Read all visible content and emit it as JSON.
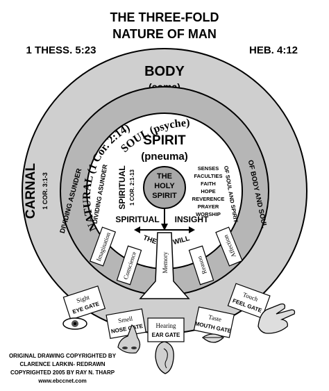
{
  "title_line1": "THE THREE-FOLD",
  "title_line2": "NATURE OF MAN",
  "ref_left": "1 THESS. 5:23",
  "ref_right": "HEB. 4:12",
  "body": {
    "title": "BODY",
    "subtitle": "(soma)"
  },
  "soul": {
    "arc_text": "SOUL (psyche)"
  },
  "natural": {
    "arc_text": "NATURAL (1 Cor. 2:14)"
  },
  "spirit": {
    "title": "SPIRIT",
    "subtitle": "(pneuma)"
  },
  "holy_spirit": {
    "line1": "THE",
    "line2": "HOLY",
    "line3": "SPIRIT"
  },
  "spiritual_side": {
    "label": "SPIRITUAL",
    "ref": "1 COR. 2:1-13"
  },
  "faculties": [
    "SENSES",
    "FACULTIES",
    "FAITH",
    "HOPE",
    "REVERENCE",
    "PRAYER",
    "WORSHIP"
  ],
  "carnal": {
    "label": "CARNAL",
    "ref": "1 COR. 3:1-3"
  },
  "dividing_left_outer": "DIVIDING ASUNDER",
  "dividing_left_inner": "DIVIDING ASUNDER",
  "dividing_right_inner": "OF SOUL AND SPIRIT",
  "dividing_right_outer": "OF BODY AND SOUL",
  "spiritual_insight": {
    "left": "SPIRITUAL",
    "right": "INSIGHT"
  },
  "will": {
    "left": "THE",
    "right": "WILL"
  },
  "soul_faculties": [
    "Imagination",
    "Conscience",
    "Memory",
    "Reason",
    "Affection"
  ],
  "gates": [
    {
      "sense": "Sight",
      "gate": "EYE GATE"
    },
    {
      "sense": "Smell",
      "gate": "NOSE GATE"
    },
    {
      "sense": "Hearing",
      "gate": "EAR GATE"
    },
    {
      "sense": "Taste",
      "gate": "MOUTH GATE"
    },
    {
      "sense": "Touch",
      "gate": "FEEL GATE"
    }
  ],
  "credits": [
    "ORIGINAL DRAWING COPYRIGHTED BY",
    "CLARENCE LARKIN- REDRAWN",
    "COPYRIGHTED 2005 BY RAY N. THARP",
    "www.ebccnet.com"
  ],
  "colors": {
    "body_circle": "#cfcfcf",
    "soul_ring": "#b6b6b6",
    "spirit_circle": "#ffffff",
    "holy_spirit_circle": "#a8a8a8",
    "outline": "#000000"
  },
  "icons": [
    "eye-icon",
    "nose-icon",
    "ear-icon",
    "mouth-icon",
    "hand-icon",
    "arrow-icon"
  ]
}
